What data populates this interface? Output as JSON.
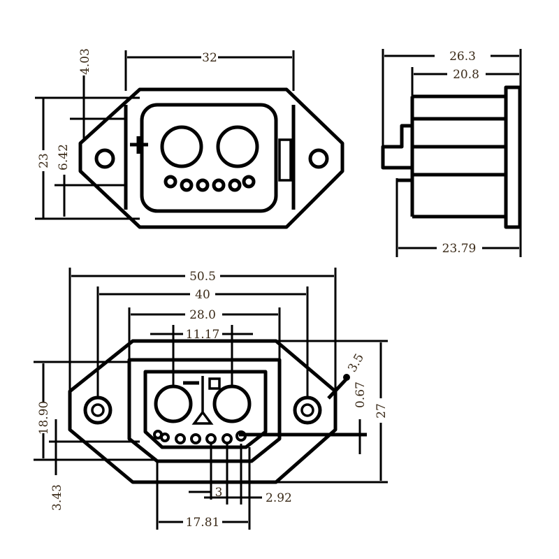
{
  "title": "Connector dimension drawing",
  "top_view": {
    "width": "32",
    "offset_top": "4.03",
    "height": "23",
    "offset_mid": "6.42"
  },
  "side_view": {
    "depth_total": "26.3",
    "depth_body": "20.8",
    "depth_pins": "23.79"
  },
  "front_view": {
    "flange_width": "50.5",
    "hole_spacing": "40",
    "body_width": "28.0",
    "pin_spacing": "11.17",
    "height_upper": "18.90",
    "height_lower": "3.43",
    "hole_dia": "3.5",
    "offset_small": "0.67",
    "total_height": "27",
    "pin_pitch": "3",
    "pin_pitch_b": "2.92",
    "pin_span": "17.81"
  },
  "colors": {
    "line": "#000000",
    "text": "#3a2a18"
  }
}
